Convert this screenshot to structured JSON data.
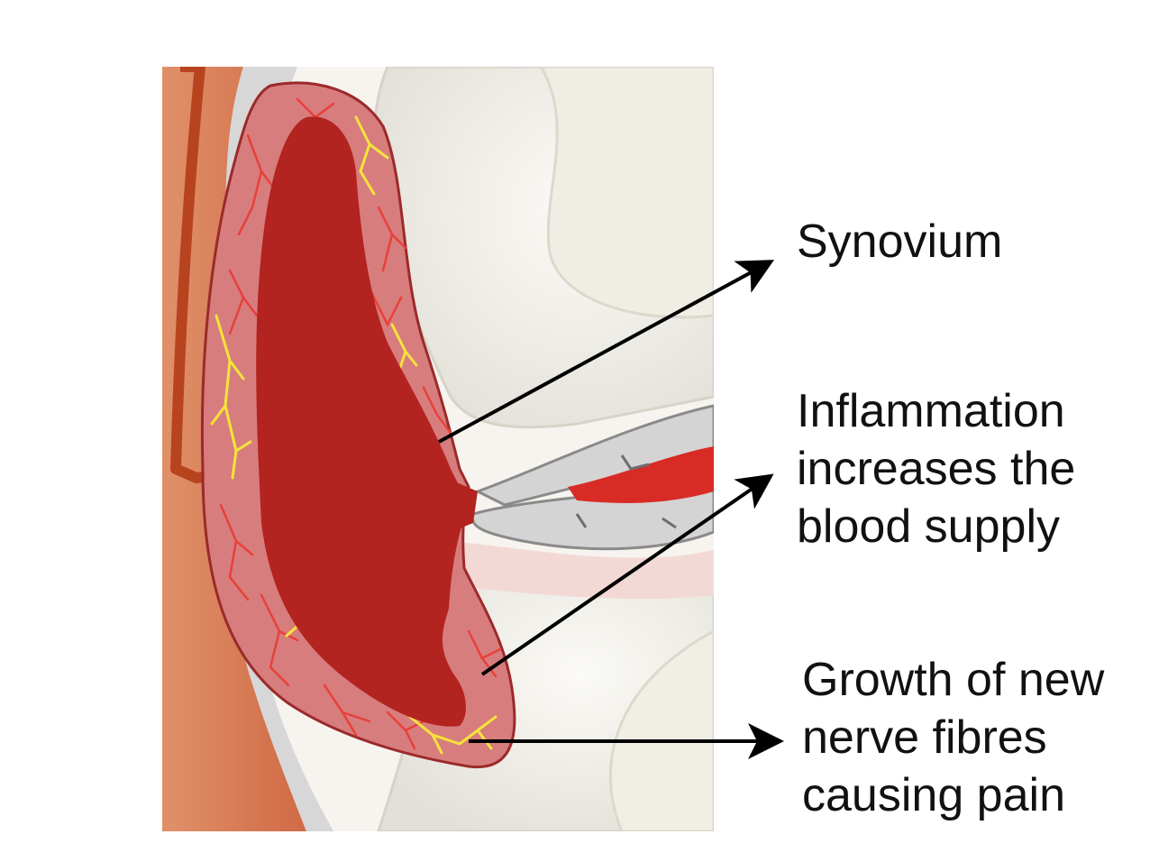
{
  "labels": {
    "synovium": [
      "Synovium"
    ],
    "inflammation": [
      "Inflammation",
      "increases the",
      "blood supply"
    ],
    "nerves": [
      "Growth of new",
      "nerve fibres",
      "causing pain"
    ]
  },
  "colors": {
    "background": "#ffffff",
    "skin_outer": "#d8825a",
    "skin_inner": "#c9552e",
    "tissue_grey": "#cdcfd0",
    "synovium": "#d77d7d",
    "synovium_edge": "#9c2a2a",
    "joint_fluid": "#b3231f",
    "blood_vessel": "#e8403a",
    "nerve_fibre": "#f5e43b",
    "cartilage": "#d4d4d4",
    "bone": "#ecebe6",
    "arrow": "#000000"
  }
}
